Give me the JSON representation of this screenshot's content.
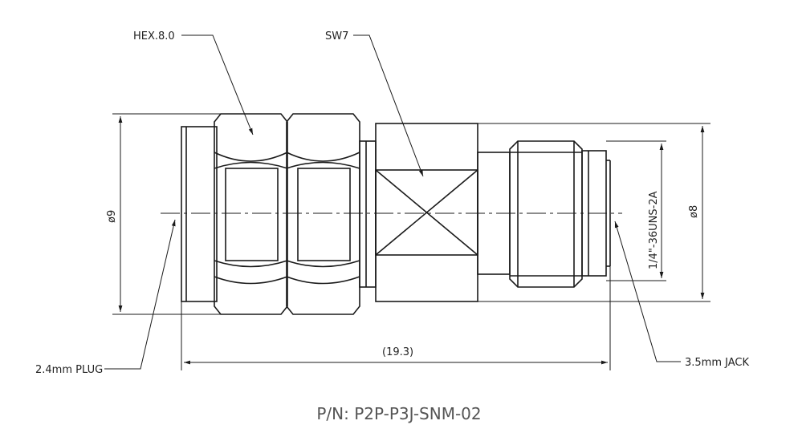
{
  "labels": {
    "hex": "HEX.8.0",
    "sw": "SW7",
    "plug": "2.4mm PLUG",
    "jack": "3.5mm JACK",
    "length": "(19.3)",
    "dia_left": "ø9",
    "dia_right": "ø8",
    "thread": "1/4\"-36UNS-2A"
  },
  "part_number": "P/N: P2P-P3J-SNM-02",
  "colors": {
    "line": "#1a1a1a",
    "text": "#222222",
    "caption": "#555555"
  }
}
